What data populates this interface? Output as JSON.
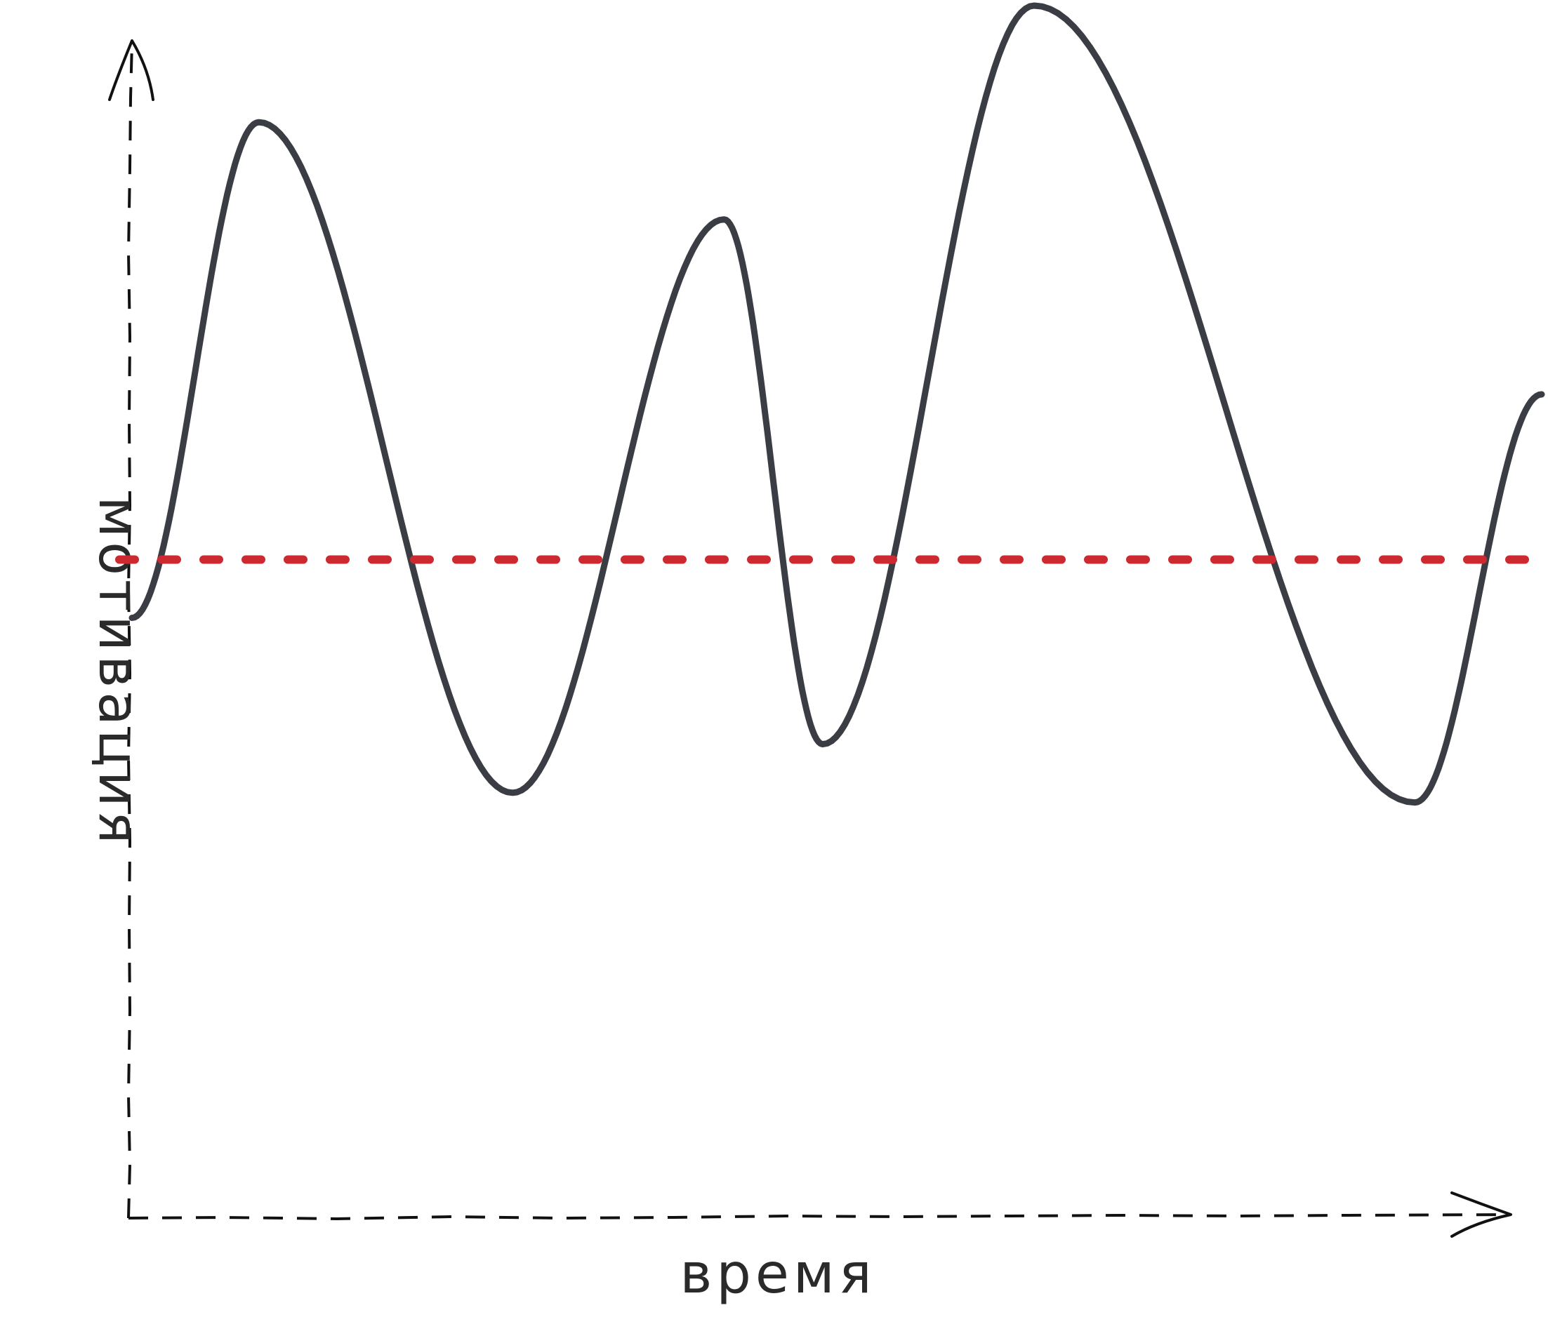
{
  "chart_data": {
    "type": "line",
    "title": "",
    "xlabel": "время",
    "ylabel": "мотивация",
    "axes_style": "hand-drawn dashed arrows",
    "grid": false,
    "ticks": false,
    "series": [
      {
        "style": "solid",
        "color": "#3a3d44",
        "points": [
          {
            "x": 0.0,
            "y": 0.37
          },
          {
            "x": 0.09,
            "y": 0.88
          },
          {
            "x": 0.27,
            "y": 0.19
          },
          {
            "x": 0.42,
            "y": 0.78
          },
          {
            "x": 0.49,
            "y": 0.24
          },
          {
            "x": 0.64,
            "y": 1.0
          },
          {
            "x": 0.91,
            "y": 0.18
          },
          {
            "x": 1.0,
            "y": 0.6
          }
        ]
      },
      {
        "style": "dashed",
        "color": "#cc2a30",
        "points": [
          {
            "x": 0.0,
            "y": 0.43
          },
          {
            "x": 1.0,
            "y": 0.43
          }
        ]
      }
    ],
    "xlim": [
      0,
      1
    ],
    "ylim": [
      0,
      1
    ]
  }
}
